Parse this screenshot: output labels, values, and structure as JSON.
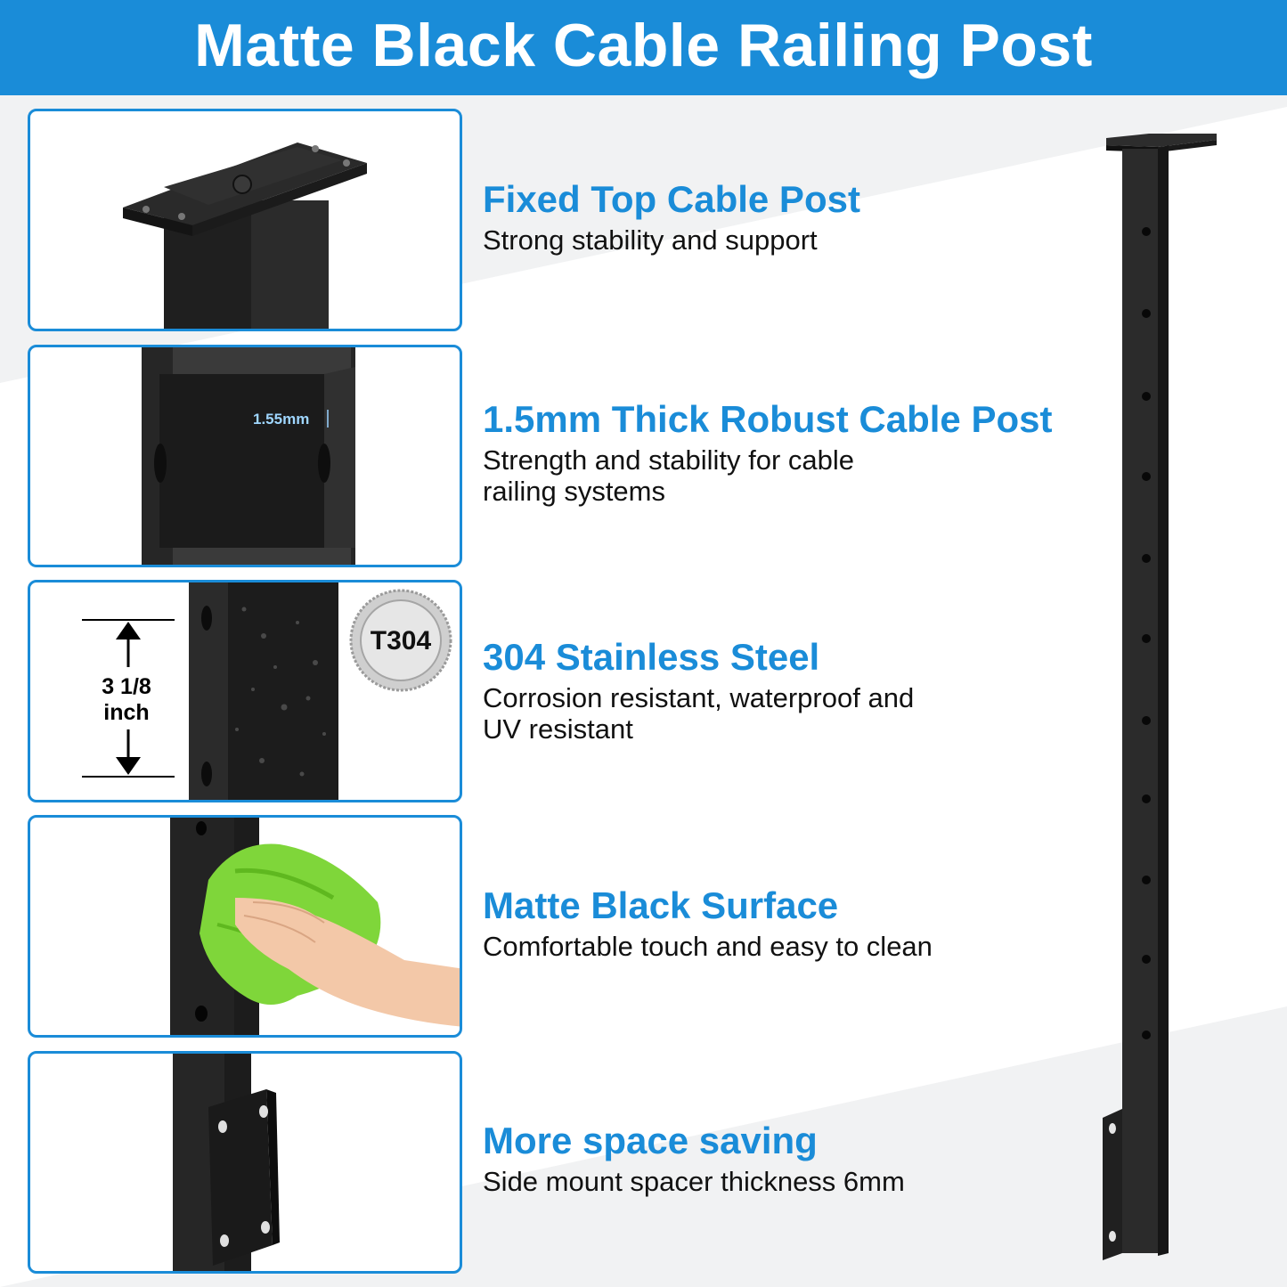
{
  "header": {
    "title": "Matte Black Cable Railing Post"
  },
  "colors": {
    "brand_blue": "#1a8cd8",
    "post_black": "#1f1f1f",
    "towel_green": "#7fd63a"
  },
  "panels": [
    {
      "image": "post-top-plate"
    },
    {
      "image": "post-cross-section",
      "measure_label": "1.55mm"
    },
    {
      "image": "post-width",
      "dimension_label_line1": "3 1/8",
      "dimension_label_line2": "inch",
      "badge_label": "T304"
    },
    {
      "image": "cleaning-towel-hand"
    },
    {
      "image": "side-mount-spacer"
    }
  ],
  "features": [
    {
      "title": "Fixed Top Cable Post",
      "description": "Strong stability and support"
    },
    {
      "title": "1.5mm Thick Robust Cable Post",
      "description": "Strength and stability for cable railing systems"
    },
    {
      "title": "304 Stainless Steel",
      "description": "Corrosion resistant, waterproof and UV resistant"
    },
    {
      "title": "Matte Black Surface",
      "description": "Comfortable touch and easy to clean"
    },
    {
      "title": "More space saving",
      "description": "Side mount spacer thickness 6mm"
    }
  ]
}
